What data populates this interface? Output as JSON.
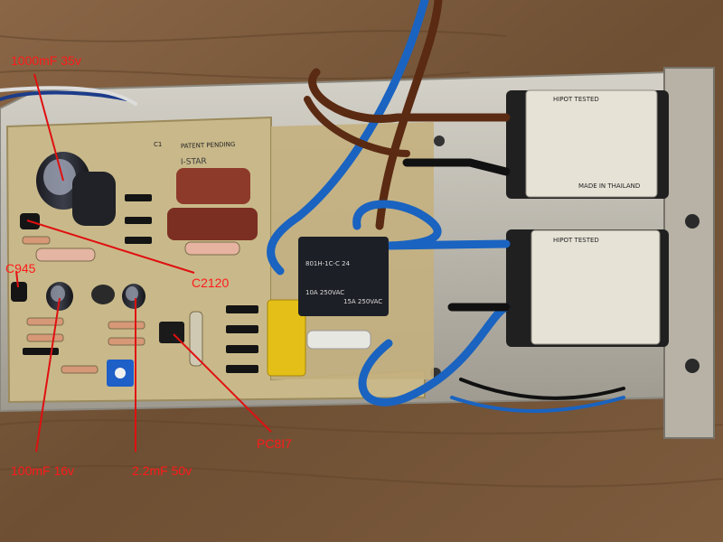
{
  "annotations": {
    "cap_large": "1000mF 35v",
    "transistor_c945": "C945",
    "transistor_c2120": "C2120",
    "cap_small": "100mF 16v",
    "cap_mid": "2.2mF 50v",
    "optocoupler": "PC8I7"
  },
  "board": {
    "brand": "I-STAR",
    "patent": "PATENT PENDING",
    "ref": "C1"
  },
  "relay": {
    "model": "801H-1C-C 24",
    "rating_a": "10A 250VAC",
    "rating_b": "15A 250VAC"
  },
  "filters": {
    "top_label": "HIPOT TESTED",
    "bottom_label": "HIPOT TESTED",
    "origin": "MADE IN THAILAND"
  },
  "colors": {
    "label_red": "#ff1a1a",
    "pcb": "#c9b98a",
    "wood": "#7a5a3c",
    "wire_blue": "#1a63c0",
    "wire_brown": "#5a2a12",
    "metal": "#b9b6ad"
  }
}
